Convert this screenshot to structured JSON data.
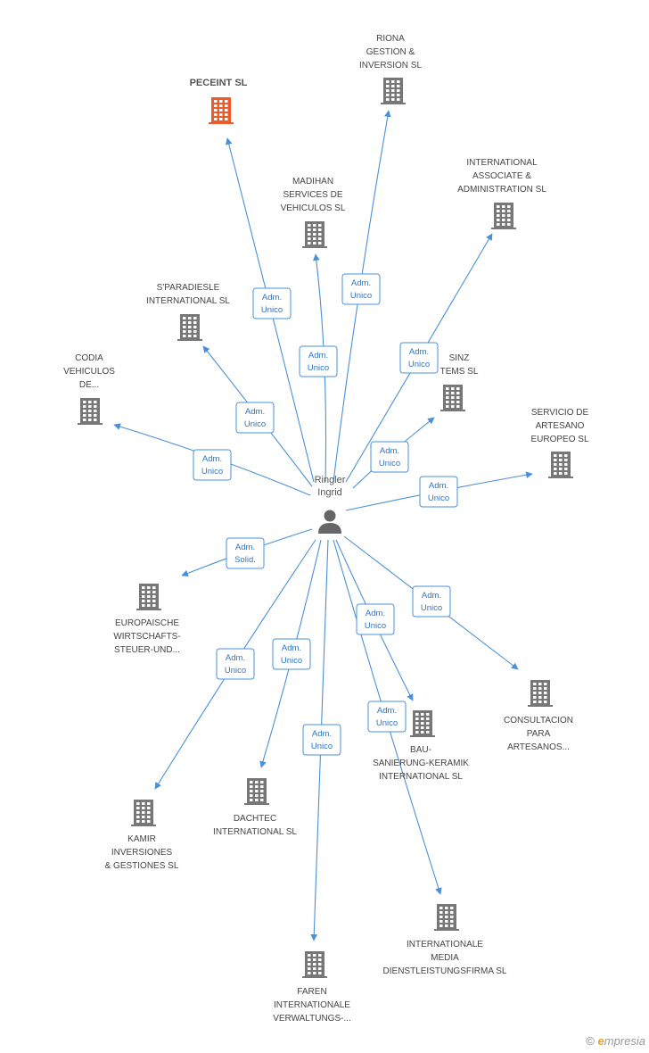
{
  "center": {
    "lines": [
      "Ringler",
      "Ingrid"
    ],
    "icon": "person-icon"
  },
  "colors": {
    "edge": "#4a90d9",
    "building": "#777777",
    "highlight": "#f05a28"
  },
  "nodes": [
    {
      "id": "peceint",
      "lines": [
        "PECEINT SL"
      ],
      "highlight": true
    },
    {
      "id": "riona",
      "lines": [
        "RIONA",
        "GESTION &",
        "INVERSION SL"
      ]
    },
    {
      "id": "madihan",
      "lines": [
        "MADIHAN",
        "SERVICES DE",
        "VEHICULOS SL"
      ]
    },
    {
      "id": "international-associate",
      "lines": [
        "INTERNATIONAL",
        "ASSOCIATE &",
        "ADMINISTRATION SL"
      ]
    },
    {
      "id": "sparadiesle",
      "lines": [
        "S'PARADIESLE",
        "INTERNATIONAL SL"
      ]
    },
    {
      "id": "codia",
      "lines": [
        "CODIA",
        "VEHICULOS",
        "DE..."
      ]
    },
    {
      "id": "sinz",
      "lines": [
        "SINZ",
        "TEMS SL"
      ]
    },
    {
      "id": "servicio-artesano",
      "lines": [
        "SERVICIO DE",
        "ARTESANO",
        "EUROPEO SL"
      ]
    },
    {
      "id": "europaische",
      "lines": [
        "EUROPAISCHE",
        "WIRTSCHAFTS-",
        "STEUER-UND..."
      ]
    },
    {
      "id": "consultacion",
      "lines": [
        "CONSULTACION",
        "PARA",
        "ARTESANOS..."
      ]
    },
    {
      "id": "bau-sanierung",
      "lines": [
        "BAU-",
        "SANIERUNG-KERAMIK",
        "INTERNATIONAL SL"
      ]
    },
    {
      "id": "dachtec",
      "lines": [
        "DACHTEC",
        "INTERNATIONAL SL"
      ]
    },
    {
      "id": "kamir",
      "lines": [
        "KAMIR",
        "INVERSIONES",
        "& GESTIONES SL"
      ]
    },
    {
      "id": "internationale-media",
      "lines": [
        "INTERNATIONALE",
        "MEDIA",
        "DIENSTLEISTUNGSFIRMA SL"
      ]
    },
    {
      "id": "faren",
      "lines": [
        "FAREN",
        "INTERNATIONALE",
        "VERWALTUNGS-..."
      ]
    }
  ],
  "edges": [
    {
      "to": "peceint",
      "lines": [
        "Adm.",
        "Unico"
      ]
    },
    {
      "to": "riona",
      "lines": [
        "Adm.",
        "Unico"
      ]
    },
    {
      "to": "madihan",
      "lines": [
        "Adm.",
        "Unico"
      ]
    },
    {
      "to": "international-associate",
      "lines": [
        "Adm.",
        "Unico"
      ]
    },
    {
      "to": "sparadiesle",
      "lines": [
        "Adm.",
        "Unico"
      ]
    },
    {
      "to": "codia",
      "lines": [
        "Adm.",
        "Unico"
      ]
    },
    {
      "to": "sinz",
      "lines": [
        "Adm.",
        "Unico"
      ]
    },
    {
      "to": "servicio-artesano",
      "lines": [
        "Adm.",
        "Unico"
      ]
    },
    {
      "to": "europaische",
      "lines": [
        "Adm.",
        "Solid."
      ]
    },
    {
      "to": "consultacion",
      "lines": [
        "Adm.",
        "Unico"
      ]
    },
    {
      "to": "bau-sanierung",
      "lines": [
        "Adm.",
        "Unico"
      ]
    },
    {
      "to": "dachtec",
      "lines": [
        "Adm.",
        "Unico"
      ]
    },
    {
      "to": "kamir",
      "lines": [
        "Adm.",
        "Unico"
      ]
    },
    {
      "to": "internationale-media",
      "lines": [
        "Adm.",
        "Unico"
      ]
    },
    {
      "to": "faren",
      "lines": [
        "Adm.",
        "Unico"
      ]
    }
  ],
  "footer": {
    "copyright": "©",
    "brand_initial": "e",
    "brand_rest": "mpresia"
  }
}
